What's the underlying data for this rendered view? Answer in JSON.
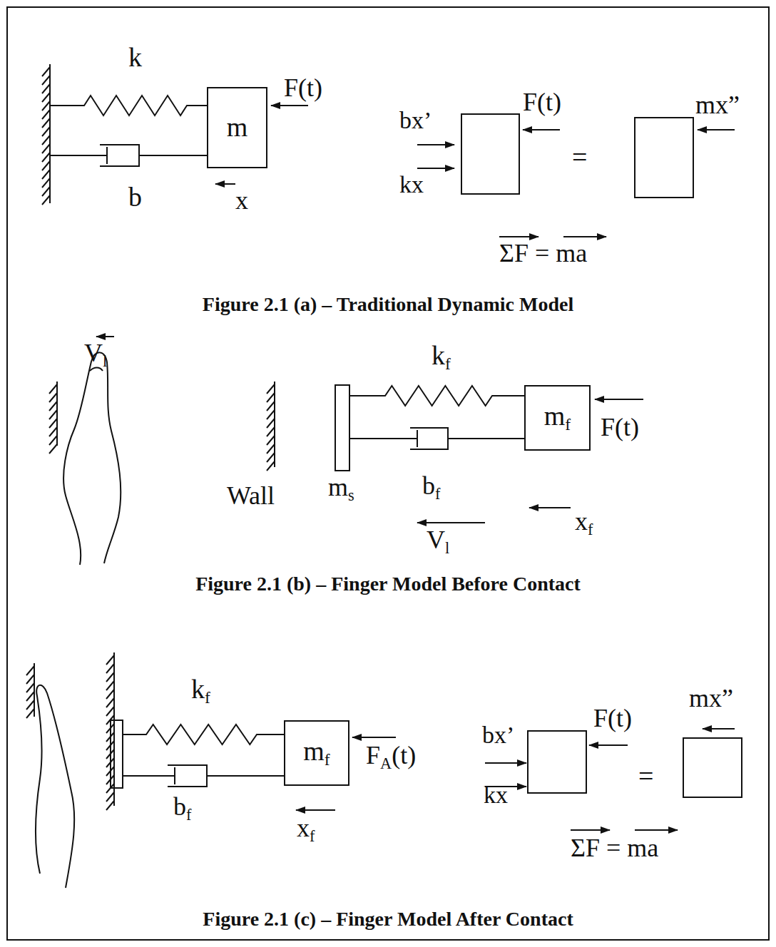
{
  "diagram": {
    "nodes": [
      {
        "text": [
          "m"
        ]
      },
      {
        "text": [
          "mf"
        ]
      },
      {
        "text": [
          "mf"
        ]
      }
    ],
    "labels": [
      "k",
      "F(t)",
      "b",
      "x",
      "bx’",
      "kx",
      "F(t)",
      "=",
      "mx”",
      "ΣF = ma",
      "Figure 2.1 (a) – Traditional Dynamic Model",
      "Vl",
      "Wall",
      "kf",
      "ms",
      "bf",
      "F(t)",
      "Vl",
      "xf",
      "Figure 2.1 (b) – Finger Model Before Contact",
      "kf",
      "FA(t)",
      "bf",
      "xf",
      "bx’",
      "kx",
      "F(t)",
      "=",
      "mx”",
      "ΣF = ma",
      "Figure 2.1 (c) – Finger Model After Contact"
    ]
  }
}
